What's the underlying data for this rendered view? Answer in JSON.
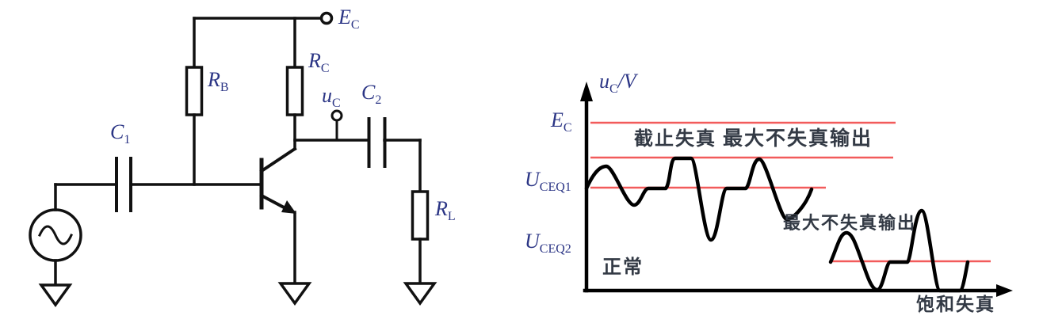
{
  "figure": {
    "description_left": "common-emitter amplifier circuit",
    "description_right": "output voltage distortion waveform plot"
  },
  "circuit": {
    "labels": {
      "ec": {
        "main": "E",
        "sub": "C"
      },
      "rb": {
        "main": "R",
        "sub": "B"
      },
      "rc": {
        "main": "R",
        "sub": "C"
      },
      "uc": {
        "main": "u",
        "sub": "C"
      },
      "c1": {
        "main": "C",
        "sub": "1"
      },
      "c2": {
        "main": "C",
        "sub": "2"
      },
      "rl": {
        "main": "R",
        "sub": "L"
      }
    }
  },
  "graph": {
    "axis_label": {
      "main": "u",
      "sub": "C",
      "suffix": "/V"
    },
    "levels": {
      "ec": {
        "main": "E",
        "sub": "C"
      },
      "uceq1": {
        "main": "U",
        "sub": "CEQ1"
      },
      "uceq2": {
        "main": "U",
        "sub": "CEQ2"
      }
    },
    "annotations": {
      "cutoff": "截止失真",
      "max_top": "最大不失真输出",
      "max_bottom": "最大不失真输出",
      "normal": "正常",
      "saturation": "饱和失真"
    },
    "colors": {
      "level_line": "#f25b5b",
      "waveform": "#000000",
      "math_label": "#2b3585",
      "annotation": "#333a45"
    }
  }
}
